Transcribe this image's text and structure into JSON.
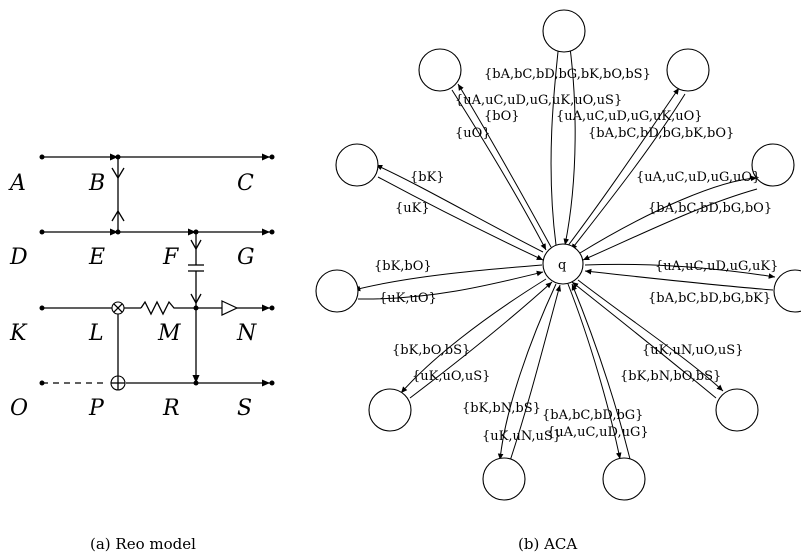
{
  "reo": {
    "nodes": {
      "A": "A",
      "B": "B",
      "C": "C",
      "D": "D",
      "E": "E",
      "F": "F",
      "G": "G",
      "K": "K",
      "L": "L",
      "M": "M",
      "N": "N",
      "O": "O",
      "P": "P",
      "R": "R",
      "S": "S"
    },
    "caption": "(a)  Reo model"
  },
  "aca": {
    "state": "q",
    "caption": "(b)  ACA",
    "labels": {
      "l1": "{bA,bC,bD,bG,bK,bO,bS}",
      "l2": "{uA,uC,uD,uG,uK,uO,uS}",
      "l3": "{bO}",
      "l4": "{uO}",
      "l5": "{uA,uC,uD,uG,uK,uO}",
      "l6": "{bA,bC,bD,bG,bK,bO}",
      "l7": "{bK}",
      "l8": "{uK}",
      "l9": "{uA,uC,uD,uG,uO}",
      "l10": "{bA,bC,bD,bG,bO}",
      "l11": "{bK,bO}",
      "l12": "{uK,uO}",
      "l13": "{uA,uC,uD,uG,uK}",
      "l14": "{bA,bC,bD,bG,bK}",
      "l15": "{bK,bO,bS}",
      "l16": "{uK,uO,uS}",
      "l17": "{uK,uN,uO,uS}",
      "l18": "{bK,bN,bO,bS}",
      "l19": "{bK,bN,bS}",
      "l20": "{uK,uN,uS}",
      "l21": "{bA,bC,bD,bG}",
      "l22": "{uA,uC,uD,uG}"
    }
  }
}
